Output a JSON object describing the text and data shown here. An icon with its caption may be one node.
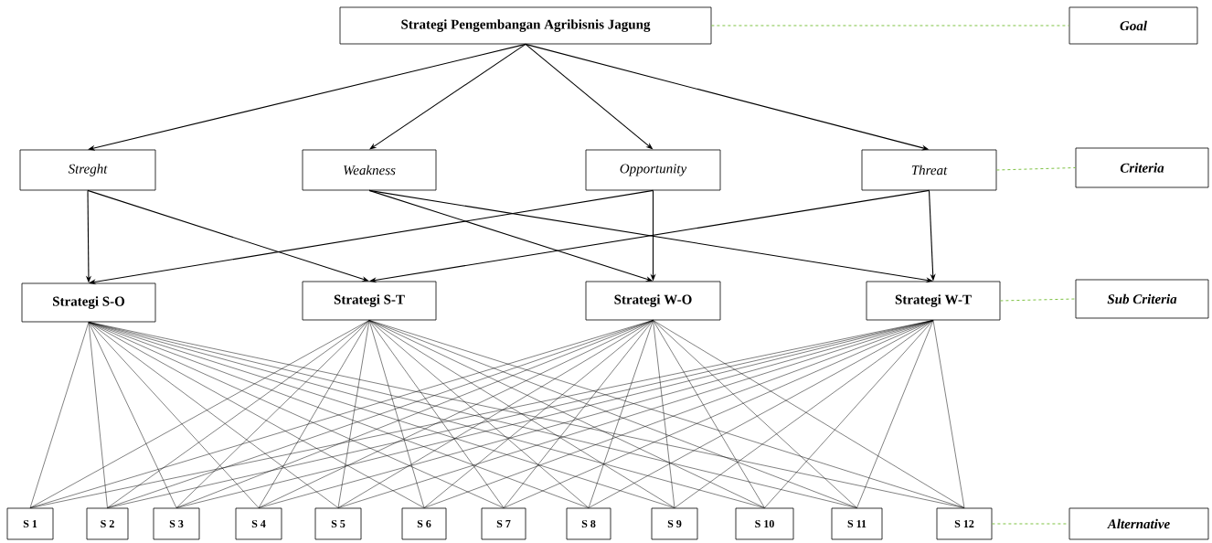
{
  "diagram": {
    "nodes": [
      {
        "text": [
          "Strategi Pengembangan Agribisnis Jagung"
        ]
      },
      {
        "text": [
          "Goal"
        ]
      },
      {
        "text": [
          "Streght"
        ]
      },
      {
        "text": [
          "Weakness"
        ]
      },
      {
        "text": [
          "Opportunity"
        ]
      },
      {
        "text": [
          "Threat"
        ]
      },
      {
        "text": [
          "Criteria"
        ]
      },
      {
        "text": [
          "Strategi S-O"
        ]
      },
      {
        "text": [
          "Strategi S-T"
        ]
      },
      {
        "text": [
          "Strategi W-O"
        ]
      },
      {
        "text": [
          "Strategi W-T"
        ]
      },
      {
        "text": [
          "Sub Criteria"
        ]
      },
      {
        "text": [
          "S 1"
        ]
      },
      {
        "text": [
          "S 2"
        ]
      },
      {
        "text": [
          "S 3"
        ]
      },
      {
        "text": [
          "S 4"
        ]
      },
      {
        "text": [
          "S 5"
        ]
      },
      {
        "text": [
          "S 6"
        ]
      },
      {
        "text": [
          "S 7"
        ]
      },
      {
        "text": [
          "S 8"
        ]
      },
      {
        "text": [
          "S 9"
        ]
      },
      {
        "text": [
          "S 10"
        ]
      },
      {
        "text": [
          "S 11"
        ]
      },
      {
        "text": [
          "S 12"
        ]
      },
      {
        "text": [
          "Alternative"
        ]
      }
    ],
    "edges": [
      {
        "from": 0,
        "to": 1,
        "arrow": "none",
        "style": "dashed",
        "color": "#7dc242"
      },
      {
        "from": 5,
        "to": 6,
        "arrow": "none",
        "style": "dashed",
        "color": "#7dc242"
      },
      {
        "from": 10,
        "to": 11,
        "arrow": "none",
        "style": "dashed",
        "color": "#7dc242"
      },
      {
        "from": 23,
        "to": 24,
        "arrow": "none",
        "style": "dashed",
        "color": "#7dc242"
      },
      {
        "from": 0,
        "to": 2,
        "arrow": "to"
      },
      {
        "from": 0,
        "to": 3,
        "arrow": "to"
      },
      {
        "from": 0,
        "to": 4,
        "arrow": "to"
      },
      {
        "from": 0,
        "to": 5,
        "arrow": "to"
      },
      {
        "from": 2,
        "to": 7,
        "arrow": "to"
      },
      {
        "from": 2,
        "to": 8,
        "arrow": "to"
      },
      {
        "from": 3,
        "to": 9,
        "arrow": "to"
      },
      {
        "from": 3,
        "to": 10,
        "arrow": "to"
      },
      {
        "from": 4,
        "to": 7,
        "arrow": "to"
      },
      {
        "from": 4,
        "to": 9,
        "arrow": "to"
      },
      {
        "from": 5,
        "to": 8,
        "arrow": "to"
      },
      {
        "from": 5,
        "to": 10,
        "arrow": "to"
      },
      {
        "from": 7,
        "to": 12,
        "arrow": "none"
      },
      {
        "from": 7,
        "to": 13,
        "arrow": "none"
      },
      {
        "from": 7,
        "to": 14,
        "arrow": "none"
      },
      {
        "from": 7,
        "to": 15,
        "arrow": "none"
      },
      {
        "from": 7,
        "to": 16,
        "arrow": "none"
      },
      {
        "from": 7,
        "to": 17,
        "arrow": "none"
      },
      {
        "from": 7,
        "to": 18,
        "arrow": "none"
      },
      {
        "from": 7,
        "to": 19,
        "arrow": "none"
      },
      {
        "from": 7,
        "to": 20,
        "arrow": "none"
      },
      {
        "from": 7,
        "to": 21,
        "arrow": "none"
      },
      {
        "from": 7,
        "to": 22,
        "arrow": "none"
      },
      {
        "from": 7,
        "to": 23,
        "arrow": "none"
      },
      {
        "from": 8,
        "to": 12,
        "arrow": "none"
      },
      {
        "from": 8,
        "to": 13,
        "arrow": "none"
      },
      {
        "from": 8,
        "to": 14,
        "arrow": "none"
      },
      {
        "from": 8,
        "to": 15,
        "arrow": "none"
      },
      {
        "from": 8,
        "to": 16,
        "arrow": "none"
      },
      {
        "from": 8,
        "to": 17,
        "arrow": "none"
      },
      {
        "from": 8,
        "to": 18,
        "arrow": "none"
      },
      {
        "from": 8,
        "to": 19,
        "arrow": "none"
      },
      {
        "from": 8,
        "to": 20,
        "arrow": "none"
      },
      {
        "from": 8,
        "to": 21,
        "arrow": "none"
      },
      {
        "from": 8,
        "to": 22,
        "arrow": "none"
      },
      {
        "from": 8,
        "to": 23,
        "arrow": "none"
      },
      {
        "from": 9,
        "to": 12,
        "arrow": "none"
      },
      {
        "from": 9,
        "to": 13,
        "arrow": "none"
      },
      {
        "from": 9,
        "to": 14,
        "arrow": "none"
      },
      {
        "from": 9,
        "to": 15,
        "arrow": "none"
      },
      {
        "from": 9,
        "to": 16,
        "arrow": "none"
      },
      {
        "from": 9,
        "to": 17,
        "arrow": "none"
      },
      {
        "from": 9,
        "to": 18,
        "arrow": "none"
      },
      {
        "from": 9,
        "to": 19,
        "arrow": "none"
      },
      {
        "from": 9,
        "to": 20,
        "arrow": "none"
      },
      {
        "from": 9,
        "to": 21,
        "arrow": "none"
      },
      {
        "from": 9,
        "to": 22,
        "arrow": "none"
      },
      {
        "from": 9,
        "to": 23,
        "arrow": "none"
      },
      {
        "from": 10,
        "to": 12,
        "arrow": "none"
      },
      {
        "from": 10,
        "to": 13,
        "arrow": "none"
      },
      {
        "from": 10,
        "to": 14,
        "arrow": "none"
      },
      {
        "from": 10,
        "to": 15,
        "arrow": "none"
      },
      {
        "from": 10,
        "to": 16,
        "arrow": "none"
      },
      {
        "from": 10,
        "to": 17,
        "arrow": "none"
      },
      {
        "from": 10,
        "to": 18,
        "arrow": "none"
      },
      {
        "from": 10,
        "to": 19,
        "arrow": "none"
      },
      {
        "from": 10,
        "to": 20,
        "arrow": "none"
      },
      {
        "from": 10,
        "to": 21,
        "arrow": "none"
      },
      {
        "from": 10,
        "to": 22,
        "arrow": "none"
      },
      {
        "from": 10,
        "to": 23,
        "arrow": "none"
      }
    ]
  }
}
